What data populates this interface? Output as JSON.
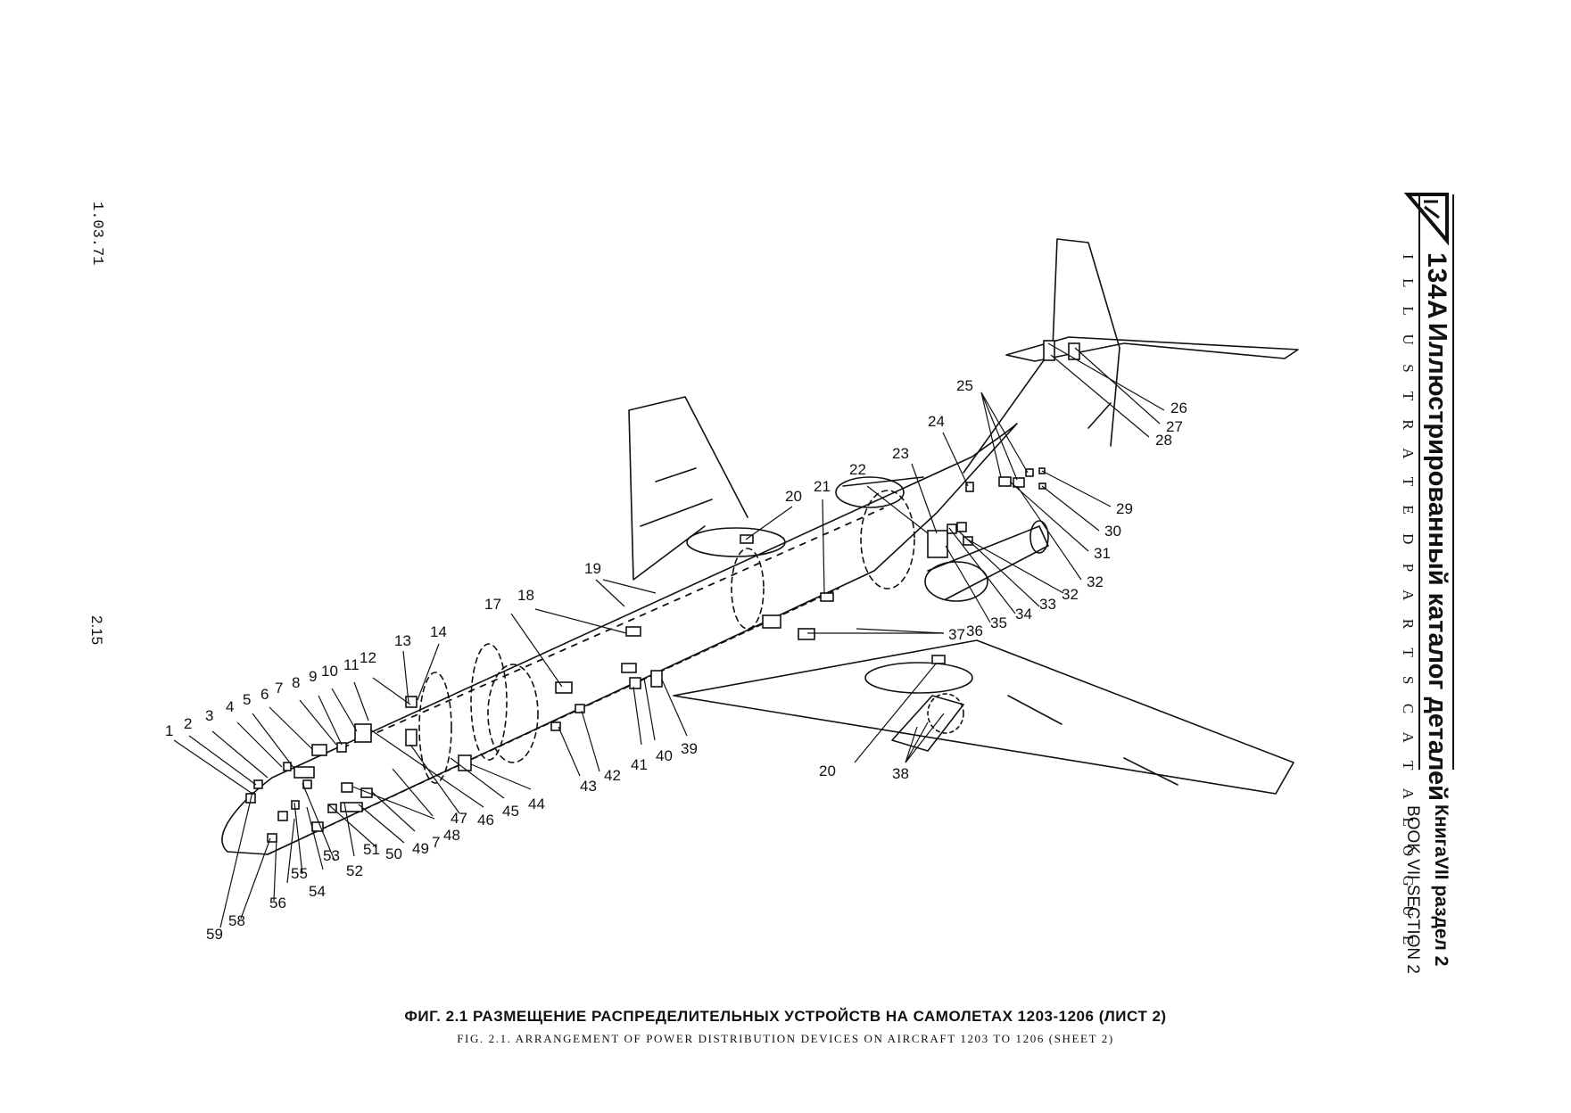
{
  "header": {
    "model": "134A",
    "title_ru": "Иллюстрированный каталог деталей",
    "title_en": "I L L U S T R A T E D   P A R T S   C A T A L O G U E",
    "book_ru": "КнигаVII раздел 2",
    "book_en": "BOOK VII SECTION 2",
    "logo": "triangle-logo"
  },
  "left_margin": {
    "date": "1.03.71",
    "page": "2.15"
  },
  "caption": {
    "ru": "ФИГ. 2.1 РАЗМЕЩЕНИЕ РАСПРЕДЕЛИТЕЛЬНЫХ  УСТРОЙСТВ НА САМОЛЕТАХ 1203-1206 (ЛИСТ 2)",
    "en": "FIG. 2.1. ARRANGEMENT OF POWER DISTRIBUTION DEVICES ON AIRCRAFT 1203 TO 1206 (SHEET 2)"
  },
  "callouts": [
    "1",
    "2",
    "3",
    "4",
    "5",
    "6",
    "7",
    "8",
    "9",
    "10",
    "11",
    "12",
    "13",
    "14",
    "17",
    "18",
    "19",
    "20",
    "20",
    "21",
    "22",
    "23",
    "24",
    "25",
    "26",
    "27",
    "28",
    "29",
    "30",
    "31",
    "32",
    "32",
    "33",
    "34",
    "35",
    "36",
    "37",
    "38",
    "39",
    "40",
    "41",
    "42",
    "43",
    "44",
    "45",
    "46",
    "47",
    "48",
    "49",
    "7",
    "50",
    "51",
    "52",
    "53",
    "54",
    "55",
    "56",
    "58",
    "59"
  ],
  "colors": {
    "ink": "#111111",
    "paper": "#ffffff"
  }
}
